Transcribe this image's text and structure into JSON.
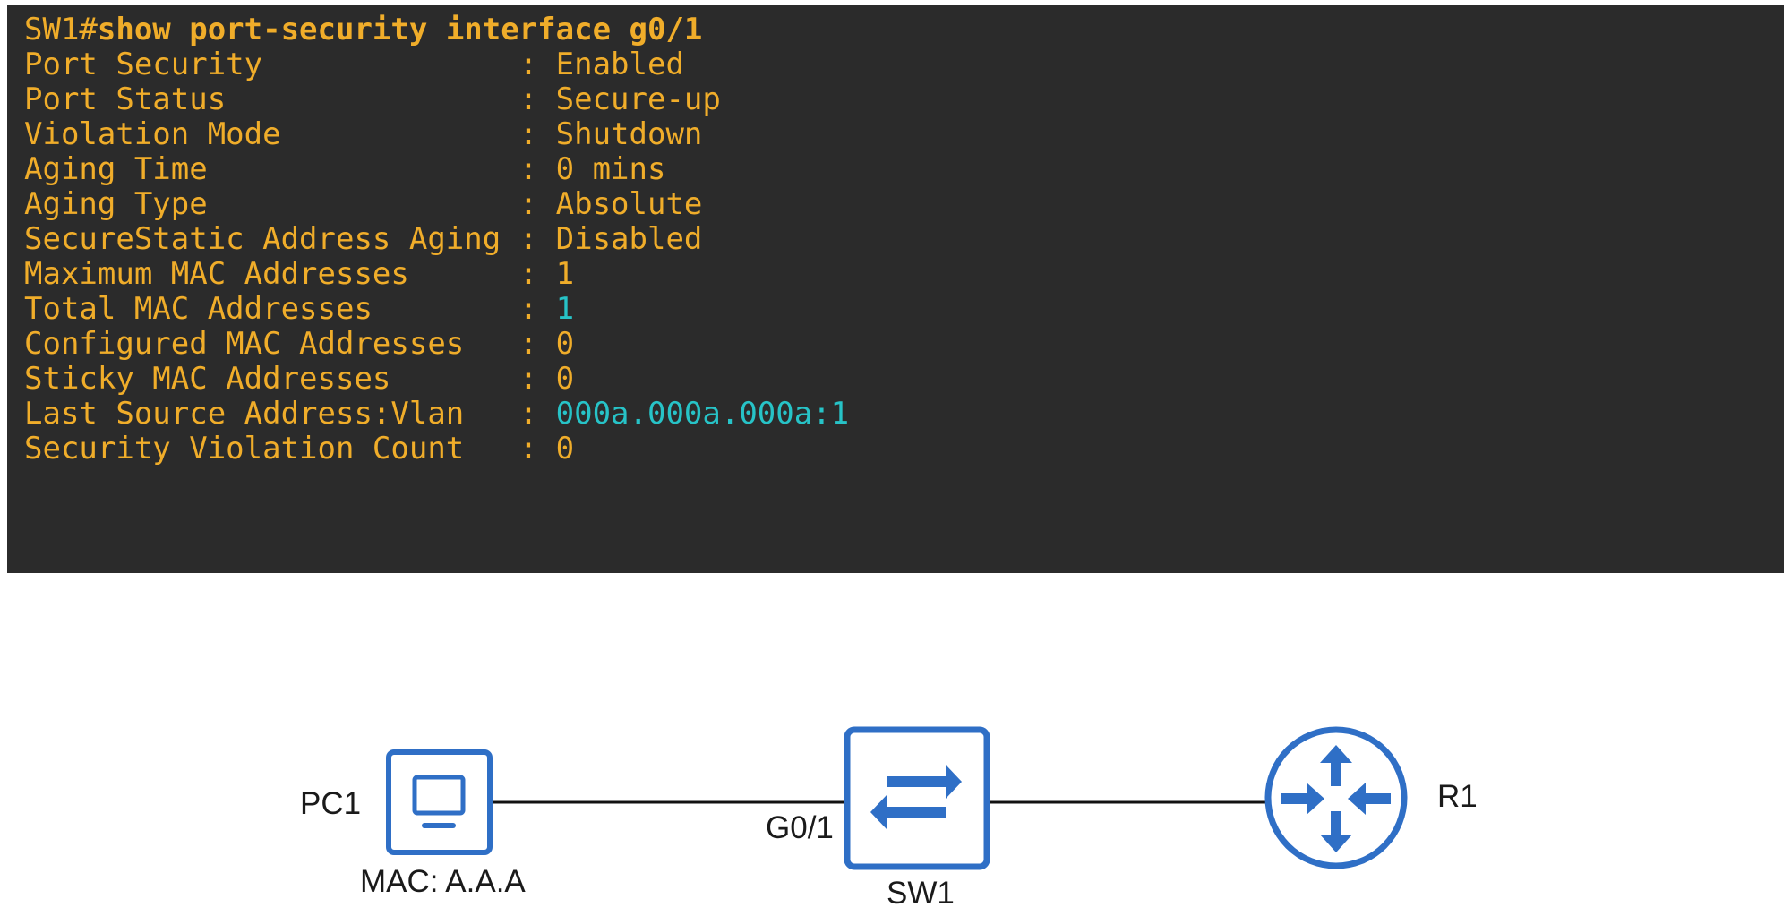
{
  "terminal": {
    "prompt_host": "SW1#",
    "command": "show port-security interface g0/1",
    "rows": [
      {
        "label": "Port Security              ",
        "value": "Enabled",
        "color": "#f0ad2a"
      },
      {
        "label": "Port Status                ",
        "value": "Secure-up",
        "color": "#f0ad2a"
      },
      {
        "label": "Violation Mode             ",
        "value": "Shutdown",
        "color": "#f0ad2a"
      },
      {
        "label": "Aging Time                 ",
        "value": "0 mins",
        "color": "#f0ad2a"
      },
      {
        "label": "Aging Type                 ",
        "value": "Absolute",
        "color": "#f0ad2a"
      },
      {
        "label": "SecureStatic Address Aging ",
        "value": "Disabled",
        "color": "#f0ad2a"
      },
      {
        "label": "Maximum MAC Addresses      ",
        "value": "1",
        "color": "#f0ad2a"
      },
      {
        "label": "Total MAC Addresses        ",
        "value": "1",
        "color": "#27c3c7"
      },
      {
        "label": "Configured MAC Addresses   ",
        "value": "0",
        "color": "#f0ad2a"
      },
      {
        "label": "Sticky MAC Addresses       ",
        "value": "0",
        "color": "#f0ad2a"
      },
      {
        "label": "Last Source Address:Vlan   ",
        "value": "000a.000a.000a:1",
        "color": "#27c3c7"
      },
      {
        "label": "Security Violation Count   ",
        "value": "0",
        "color": "#f0ad2a"
      }
    ],
    "separator": ": ",
    "colors": {
      "background": "#2b2b2b",
      "text": "#f0ad2a",
      "highlight": "#27c3c7"
    }
  },
  "diagram": {
    "pc_label": "PC1",
    "pc_mac": "MAC: A.A.A",
    "switch_label": "SW1",
    "switch_port": "G0/1",
    "router_label": "R1",
    "icons": {
      "pc": "pc-monitor-icon",
      "switch": "switch-arrows-icon",
      "router": "router-arrows-icon"
    },
    "device_color": "#2f6fc6"
  }
}
